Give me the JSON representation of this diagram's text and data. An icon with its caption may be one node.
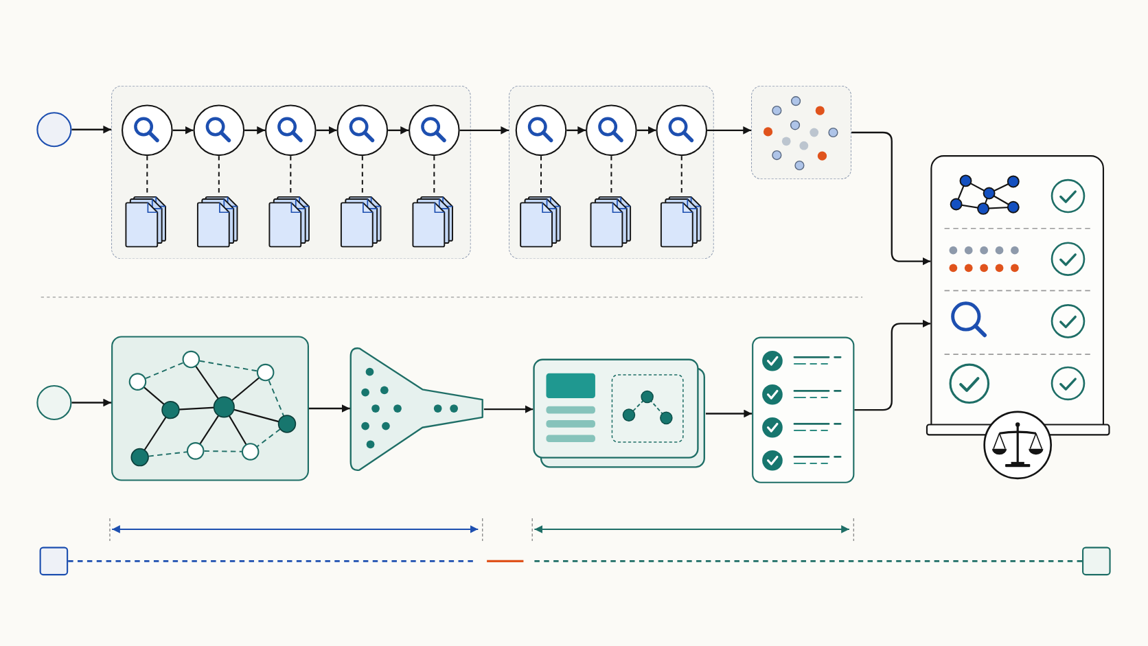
{
  "diagram": {
    "nodes": [
      {
        "text": [],
        "shape": "circle"
      },
      {
        "text": [],
        "shape": "box"
      },
      {
        "text": [],
        "shape": "circle",
        "in": 1
      },
      {
        "text": [],
        "shape": "circle",
        "in": 1
      },
      {
        "text": [],
        "shape": "circle",
        "in": 1
      },
      {
        "text": [],
        "shape": "circle",
        "in": 1
      },
      {
        "text": [],
        "shape": "circle",
        "in": 1
      },
      {
        "text": [],
        "shape": "document",
        "in": 1
      },
      {
        "text": [],
        "shape": "document",
        "in": 1
      },
      {
        "text": [],
        "shape": "document",
        "in": 1
      },
      {
        "text": [],
        "shape": "document",
        "in": 1
      },
      {
        "text": [],
        "shape": "document",
        "in": 1
      },
      {
        "text": [],
        "shape": "box"
      },
      {
        "text": [],
        "shape": "circle",
        "in": 12
      },
      {
        "text": [],
        "shape": "circle",
        "in": 12
      },
      {
        "text": [],
        "shape": "circle",
        "in": 12
      },
      {
        "text": [],
        "shape": "document",
        "in": 12
      },
      {
        "text": [],
        "shape": "document",
        "in": 12
      },
      {
        "text": [],
        "shape": "document",
        "in": 12
      },
      {
        "text": [],
        "shape": "box"
      },
      {
        "text": [],
        "shape": "box"
      },
      {
        "text": [],
        "shape": "bar"
      },
      {
        "text": [],
        "shape": "circle"
      },
      {
        "text": [],
        "shape": "box"
      },
      {
        "text": [],
        "shape": "funnel"
      },
      {
        "text": [],
        "shape": "card"
      },
      {
        "text": [],
        "shape": "box"
      },
      {
        "text": [],
        "shape": "box"
      },
      {
        "text": [],
        "shape": "box"
      }
    ],
    "edges": [
      {
        "from": 0,
        "to": 1,
        "arrow": "to"
      },
      {
        "from": 2,
        "to": 3,
        "arrow": "to"
      },
      {
        "from": 3,
        "to": 4,
        "arrow": "to"
      },
      {
        "from": 4,
        "to": 5,
        "arrow": "to"
      },
      {
        "from": 5,
        "to": 6,
        "arrow": "to"
      },
      {
        "from": 2,
        "to": 7,
        "arrow": "none",
        "style": "dashed"
      },
      {
        "from": 3,
        "to": 8,
        "arrow": "none",
        "style": "dashed"
      },
      {
        "from": 4,
        "to": 9,
        "arrow": "none",
        "style": "dashed"
      },
      {
        "from": 5,
        "to": 10,
        "arrow": "none",
        "style": "dashed"
      },
      {
        "from": 6,
        "to": 11,
        "arrow": "none",
        "style": "dashed"
      },
      {
        "from": 6,
        "to": 12,
        "arrow": "to"
      },
      {
        "from": 13,
        "to": 14,
        "arrow": "to"
      },
      {
        "from": 14,
        "to": 15,
        "arrow": "to"
      },
      {
        "from": 13,
        "to": 16,
        "arrow": "none",
        "style": "dashed"
      },
      {
        "from": 14,
        "to": 17,
        "arrow": "none",
        "style": "dashed"
      },
      {
        "from": 15,
        "to": 18,
        "arrow": "none",
        "style": "dashed"
      },
      {
        "from": 15,
        "to": 19,
        "arrow": "to"
      },
      {
        "from": 19,
        "to": 20,
        "arrow": "to"
      },
      {
        "from": 22,
        "to": 23,
        "arrow": "to"
      },
      {
        "from": 23,
        "to": 24,
        "arrow": "to"
      },
      {
        "from": 24,
        "to": 25,
        "arrow": "to"
      },
      {
        "from": 25,
        "to": 26,
        "arrow": "to"
      },
      {
        "from": 26,
        "to": 20,
        "arrow": "to"
      },
      {
        "from": 27,
        "to": 28,
        "arrow": "none",
        "style": "dashed",
        "color": "#1d4fb0"
      }
    ]
  }
}
